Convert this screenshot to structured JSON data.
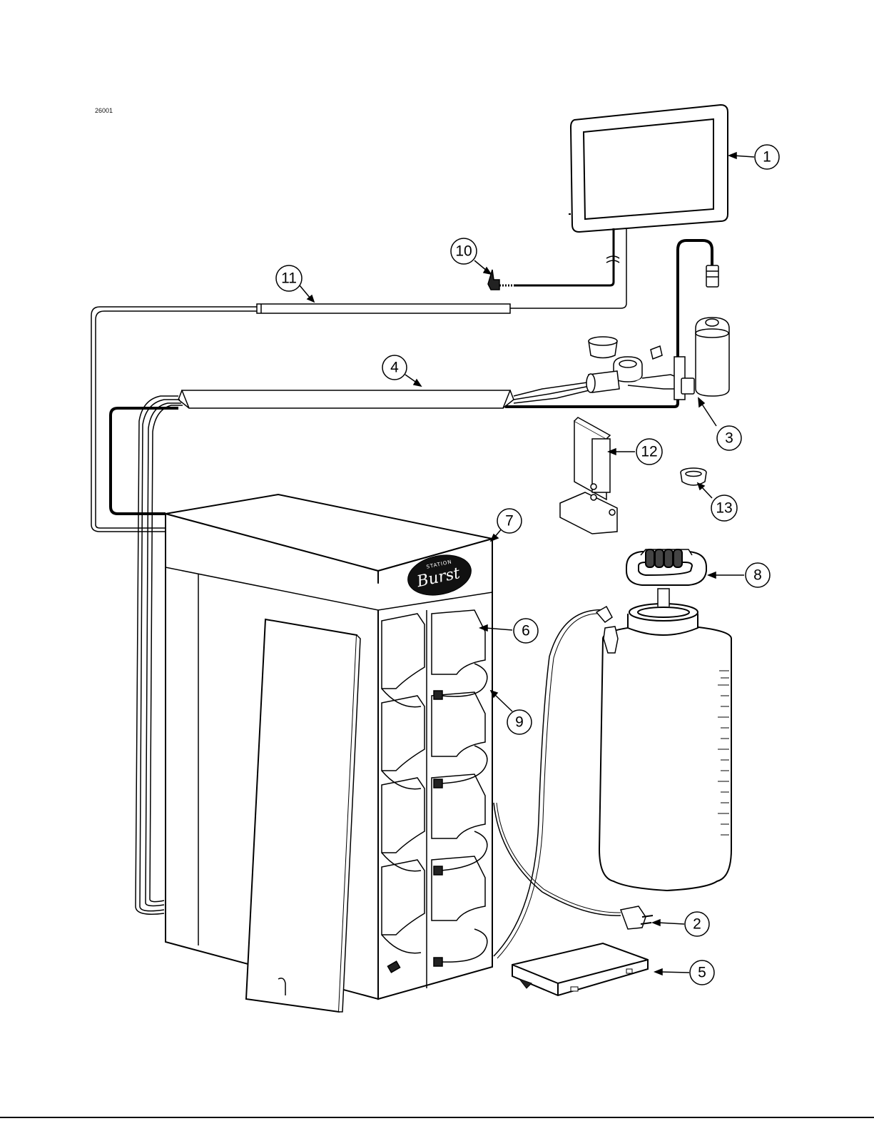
{
  "figure": {
    "id_label": "26001",
    "brand_text": "Burst",
    "brand_subtext": "STATION"
  },
  "callouts": [
    {
      "label": "1",
      "part": "display-monitor"
    },
    {
      "label": "2",
      "part": "power-plug"
    },
    {
      "label": "3",
      "part": "filter-assembly"
    },
    {
      "label": "4",
      "part": "hose-bundle"
    },
    {
      "label": "5",
      "part": "base-tray"
    },
    {
      "label": "6",
      "part": "dispensing-bay"
    },
    {
      "label": "7",
      "part": "cabinet"
    },
    {
      "label": "8",
      "part": "pressure-tank"
    },
    {
      "label": "9",
      "part": "bay-tubing"
    },
    {
      "label": "10",
      "part": "audio-jack-cable"
    },
    {
      "label": "11",
      "part": "cable-conduit"
    },
    {
      "label": "12",
      "part": "mounting-bracket"
    },
    {
      "label": "13",
      "part": "fitting-cap"
    }
  ]
}
